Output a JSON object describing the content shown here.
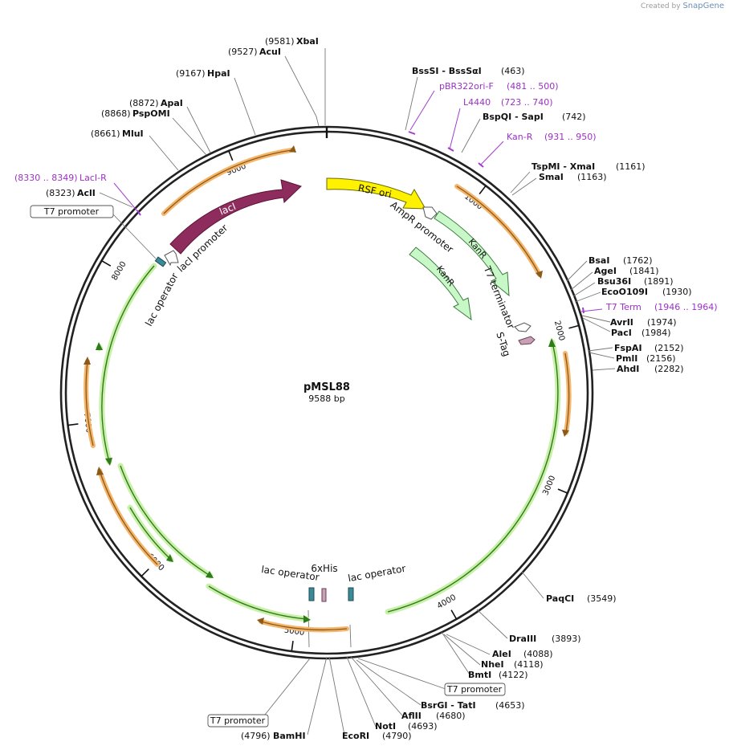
{
  "watermark": {
    "prefix": "Created by",
    "brand": "SnapGene"
  },
  "plasmid": {
    "name": "pMSL88",
    "size_label": "9588 bp",
    "length": 9588
  },
  "ticks": [
    {
      "pos": 1000,
      "label": "1000"
    },
    {
      "pos": 2000,
      "label": "2000"
    },
    {
      "pos": 3000,
      "label": "3000"
    },
    {
      "pos": 4000,
      "label": "4000"
    },
    {
      "pos": 5000,
      "label": "5000"
    },
    {
      "pos": 6000,
      "label": "6000"
    },
    {
      "pos": 7000,
      "label": "7000"
    },
    {
      "pos": 8000,
      "label": "8000"
    },
    {
      "pos": 9000,
      "label": "9000"
    }
  ],
  "sites": [
    {
      "id": "xbai",
      "name": "XbaI",
      "pos": "(9581)",
      "at": 9581
    },
    {
      "id": "acui",
      "name": "AcuI",
      "pos": "(9527)",
      "at": 9527
    },
    {
      "id": "hpai",
      "name": "HpaI",
      "pos": "(9167)",
      "at": 9167
    },
    {
      "id": "apai",
      "name": "ApaI",
      "pos": "(8872)",
      "at": 8872
    },
    {
      "id": "pspomi",
      "name": "PspOMI",
      "pos": "(8868)",
      "at": 8868
    },
    {
      "id": "mlui",
      "name": "MluI",
      "pos": "(8661)",
      "at": 8661
    },
    {
      "id": "acli",
      "name": "AclI",
      "pos": "(8323)",
      "at": 8323
    },
    {
      "id": "bsssi",
      "name": "BssSI  - BssSαI",
      "pos": "(463)",
      "at": 463
    },
    {
      "id": "bspqi",
      "name": "BspQI  - SapI",
      "pos": "(742)",
      "at": 742
    },
    {
      "id": "tspmi",
      "name": "TspMI  - XmaI",
      "pos": "(1161)",
      "at": 1161
    },
    {
      "id": "smai",
      "name": "SmaI",
      "pos": "(1163)",
      "at": 1163
    },
    {
      "id": "bsai",
      "name": "BsaI",
      "pos": "(1762)",
      "at": 1762
    },
    {
      "id": "agei",
      "name": "AgeI",
      "pos": "(1841)",
      "at": 1841
    },
    {
      "id": "bsu36i",
      "name": "Bsu36I",
      "pos": "(1891)",
      "at": 1891
    },
    {
      "id": "ecoo109i",
      "name": "EcoO109I",
      "pos": "(1930)",
      "at": 1930
    },
    {
      "id": "avrii",
      "name": "AvrII",
      "pos": "(1974)",
      "at": 1974
    },
    {
      "id": "paci",
      "name": "PacI",
      "pos": "(1984)",
      "at": 1984
    },
    {
      "id": "fspai",
      "name": "FspAI",
      "pos": "(2152)",
      "at": 2152
    },
    {
      "id": "pmli",
      "name": "PmlI",
      "pos": "(2156)",
      "at": 2156
    },
    {
      "id": "ahdi",
      "name": "AhdI",
      "pos": "(2282)",
      "at": 2282
    },
    {
      "id": "paqci",
      "name": "PaqCI",
      "pos": "(3549)",
      "at": 3549
    },
    {
      "id": "draiii",
      "name": "DraIII",
      "pos": "(3893)",
      "at": 3893
    },
    {
      "id": "alei",
      "name": "AleI",
      "pos": "(4088)",
      "at": 4088
    },
    {
      "id": "nhei",
      "name": "NheI",
      "pos": "(4118)",
      "at": 4118
    },
    {
      "id": "bmti",
      "name": "BmtI",
      "pos": "(4122)",
      "at": 4122
    },
    {
      "id": "bsrgi",
      "name": "BsrGI  - TatI",
      "pos": "(4653)",
      "at": 4653
    },
    {
      "id": "aflii",
      "name": "AflII",
      "pos": "(4680)",
      "at": 4680
    },
    {
      "id": "noti",
      "name": "NotI",
      "pos": "(4693)",
      "at": 4693
    },
    {
      "id": "ecori",
      "name": "EcoRI",
      "pos": "(4790)",
      "at": 4790
    },
    {
      "id": "bamhi",
      "name": "BamHI",
      "pos": "(4796)",
      "at": 4796
    }
  ],
  "primers": [
    {
      "id": "pbr322ori-f",
      "name": "pBR322ori-F",
      "pos": "(481 .. 500)",
      "at": 490
    },
    {
      "id": "l4440",
      "name": "L4440",
      "pos": "(723 .. 740)",
      "at": 731
    },
    {
      "id": "kan-r",
      "name": "Kan-R",
      "pos": "(931 .. 950)",
      "at": 940
    },
    {
      "id": "t7-term",
      "name": "T7 Term",
      "pos": "(1946 .. 1964)",
      "at": 1955
    },
    {
      "id": "laci-r",
      "name": "LacI-R",
      "pos": "(8330 .. 8349)",
      "at": 8340
    }
  ],
  "boxed_labels": [
    {
      "id": "t7-promoter-left",
      "text": "T7 promoter"
    },
    {
      "id": "t7-promoter-bottom-right",
      "text": "T7 promoter"
    },
    {
      "id": "t7-promoter-bottom-left",
      "text": "T7 promoter"
    }
  ],
  "features": [
    {
      "id": "laci",
      "label": "lacI"
    },
    {
      "id": "rsf-ori",
      "label": "RSF ori"
    },
    {
      "id": "kanr-outer",
      "label": "KanR"
    },
    {
      "id": "kanr-inner",
      "label": "KanR"
    },
    {
      "id": "laci-promoter",
      "label": "lacI promoter"
    },
    {
      "id": "ampr-promoter",
      "label": "AmpR promoter"
    },
    {
      "id": "lac-operator-left",
      "label": "lac operator"
    },
    {
      "id": "t7-terminator",
      "label": "T7 terminator"
    },
    {
      "id": "s-tag",
      "label": "S-Tag"
    },
    {
      "id": "lac-operator-bottom-left",
      "label": "lac operator"
    },
    {
      "id": "his-tag",
      "label": "6xHis"
    },
    {
      "id": "lac-operator-bottom-right",
      "label": "lac operator"
    }
  ],
  "colors": {
    "backbone": "#222222",
    "laci": "#8e2c5e",
    "rsf_ori": "#fff200",
    "kanr": "#c8f7c8",
    "orf_orange": "#f5b56b",
    "orf_green": "#9edc7a",
    "primer": "#9b30c8",
    "operator": "#3a8a98",
    "tag_pink": "#c9a1b5"
  }
}
